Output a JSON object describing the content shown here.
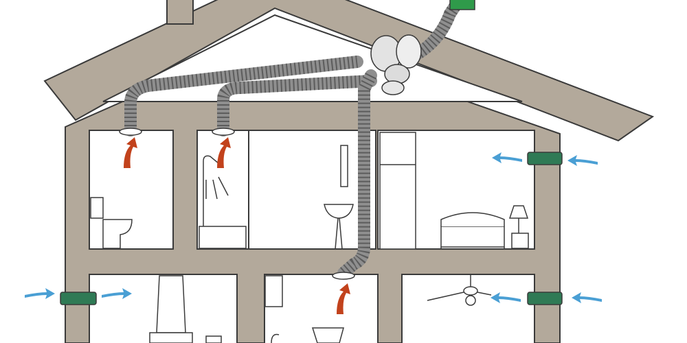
{
  "diagram": {
    "subject": "house-ventilation-system-cutaway",
    "colors": {
      "wall": "#b3a99b",
      "wall_outline": "#3a3a3a",
      "roof": "#b3a99b",
      "attic_fill": "#ffffff",
      "room_fill": "#ffffff",
      "duct": "#8f8f8f",
      "duct_rib": "#5c5c5c",
      "exhaust_arrow": "#c2421c",
      "exhaust_arrow_tip": "#e87a2a",
      "intake_arrow": "#4a9fd4",
      "intake_arrow_light": "#a9d4ee",
      "wall_vent": "#2f7a55",
      "roof_vent": "#2f9a4a"
    },
    "rooms": [
      {
        "name": "toilet-room",
        "floor": "upper",
        "airflow": "exhaust"
      },
      {
        "name": "shower-room",
        "floor": "upper",
        "airflow": "exhaust"
      },
      {
        "name": "bathroom-sink-area",
        "floor": "upper",
        "airflow": "duct-passage"
      },
      {
        "name": "bedroom",
        "floor": "upper",
        "airflow": "intake"
      },
      {
        "name": "kitchen-hood-room",
        "floor": "lower",
        "airflow": "intake"
      },
      {
        "name": "utility-room",
        "floor": "lower",
        "airflow": "exhaust"
      },
      {
        "name": "living-room-fan",
        "floor": "lower",
        "airflow": "intake"
      }
    ],
    "ventilation_units": [
      {
        "name": "heat-recovery-unit",
        "location": "attic"
      },
      {
        "name": "roof-exhaust-cap",
        "location": "roof"
      }
    ]
  }
}
